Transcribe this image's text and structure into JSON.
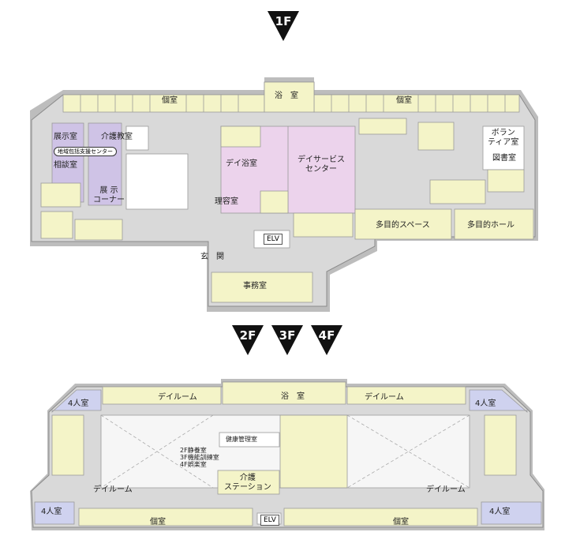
{
  "floor_1": {
    "badge": "1F",
    "labels": {
      "private_room": "個室",
      "bath": "浴　室",
      "exhibition_room": "展示室",
      "care_classroom": "介護教室",
      "regional_center": "地域包括支援センター",
      "consultation_room": "相談室",
      "exhibition_corner": "展 示\nコーナー",
      "day_bath": "デイ浴室",
      "day_service_center": "デイサービス\nセンター",
      "barber": "理容室",
      "volunteer_room": "ボラン\nティア室",
      "library": "図書室",
      "elv": "ELV",
      "multipurpose_space": "多目的スペース",
      "multipurpose_hall": "多目的ホール",
      "entrance": "玄　関",
      "office": "事務室"
    }
  },
  "upper_floors": {
    "badges": [
      "2F",
      "3F",
      "4F"
    ],
    "labels": {
      "four_bed_room": "4人室",
      "day_room": "デイルーム",
      "bath": "浴　室",
      "private_room": "個室",
      "health_management": "健康管理室",
      "floor_uses": "2F静養室\n3F機能訓練室\n4F娯楽室",
      "care_station": "介護\nステーション",
      "elv": "ELV"
    }
  },
  "colors": {
    "room_yellow": "#f4f4c8",
    "corridor_gray": "#d9d9d9",
    "wall_dark": "#9a9a9a",
    "service_pink": "#ecd3ec",
    "exhibit_purple": "#cfc3e6",
    "four_bed_blue": "#cfd2ef",
    "badge_black": "#111111"
  },
  "icons": [
    "down-triangle-badge-icon"
  ]
}
